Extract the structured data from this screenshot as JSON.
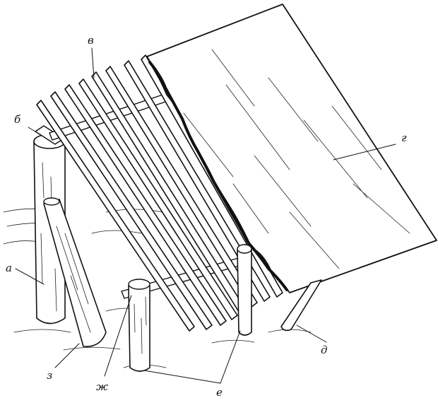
{
  "labels": {
    "a": "а",
    "b": "б",
    "v": "в",
    "g": "г",
    "d": "д",
    "e": "е",
    "zh": "ж",
    "z": "з"
  },
  "colors": {
    "ink": "#111111",
    "paper": "#ffffff"
  }
}
